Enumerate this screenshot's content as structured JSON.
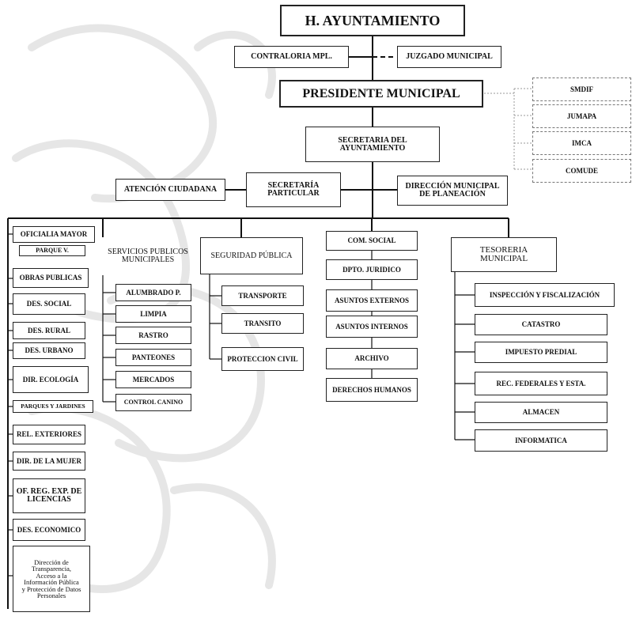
{
  "top": {
    "ayuntamiento": "H. AYUNTAMIENTO",
    "contraloria": "CONTRALORIA MPL.",
    "juzgado": "JUZGADO MUNICIPAL",
    "presidente": "PRESIDENTE MUNICIPAL",
    "secretaria": "SECRETARIA DEL\nAYUNTAMIENTO",
    "atencion": "ATENCIÓN CIUDADANA",
    "particular": "SECRETARÍA\nPARTICULAR",
    "planeacion": "DIRECCIÓN MUNICIPAL\nDE PLANEACIÓN"
  },
  "decentralized": [
    "SMDIF",
    "JUMAPA",
    "IMCA",
    "COMUDE"
  ],
  "oficialia": {
    "head": "OFICIALIA MAYOR",
    "parque": "PARQUE V.",
    "items": [
      "OBRAS PUBLICAS",
      "DES. SOCIAL",
      "DES. RURAL",
      "DES. URBANO",
      "DIR. ECOLOGÍA",
      "PARQUES Y JARDINES",
      "REL. EXTERIORES",
      "DIR. DE LA MUJER",
      "OF. REG. EXP. DE\nLICENCIAS",
      "DES. ECONOMICO",
      "Dirección de\nTransparencia,\nAcceso a la\nInformación Pública\ny Protección de Datos\nPersonales"
    ]
  },
  "servicios": {
    "head": "SERVICIOS PUBLICOS\nMUNICIPALES",
    "items": [
      "ALUMBRADO P.",
      "LIMPIA",
      "RASTRO",
      "PANTEONES",
      "MERCADOS",
      "CONTROL CANINO"
    ]
  },
  "seguridad": {
    "head": "SEGURIDAD PÚBLICA",
    "items": [
      "TRANSPORTE",
      "TRANSITO",
      "PROTECCION CIVIL"
    ]
  },
  "comsocial": {
    "items": [
      "COM. SOCIAL",
      "DPTO. JURIDICO",
      "ASUNTOS EXTERNOS",
      "ASUNTOS INTERNOS",
      "ARCHIVO",
      "DERECHOS HUMANOS"
    ]
  },
  "tesoreria": {
    "head": "TESORERIA\nMUNICIPAL",
    "items": [
      "INSPECCIÓN Y FISCALIZACIÓN",
      "CATASTRO",
      "IMPUESTO PREDIAL",
      "REC. FEDERALES Y ESTA.",
      "ALMACEN",
      "INFORMATICA"
    ]
  }
}
